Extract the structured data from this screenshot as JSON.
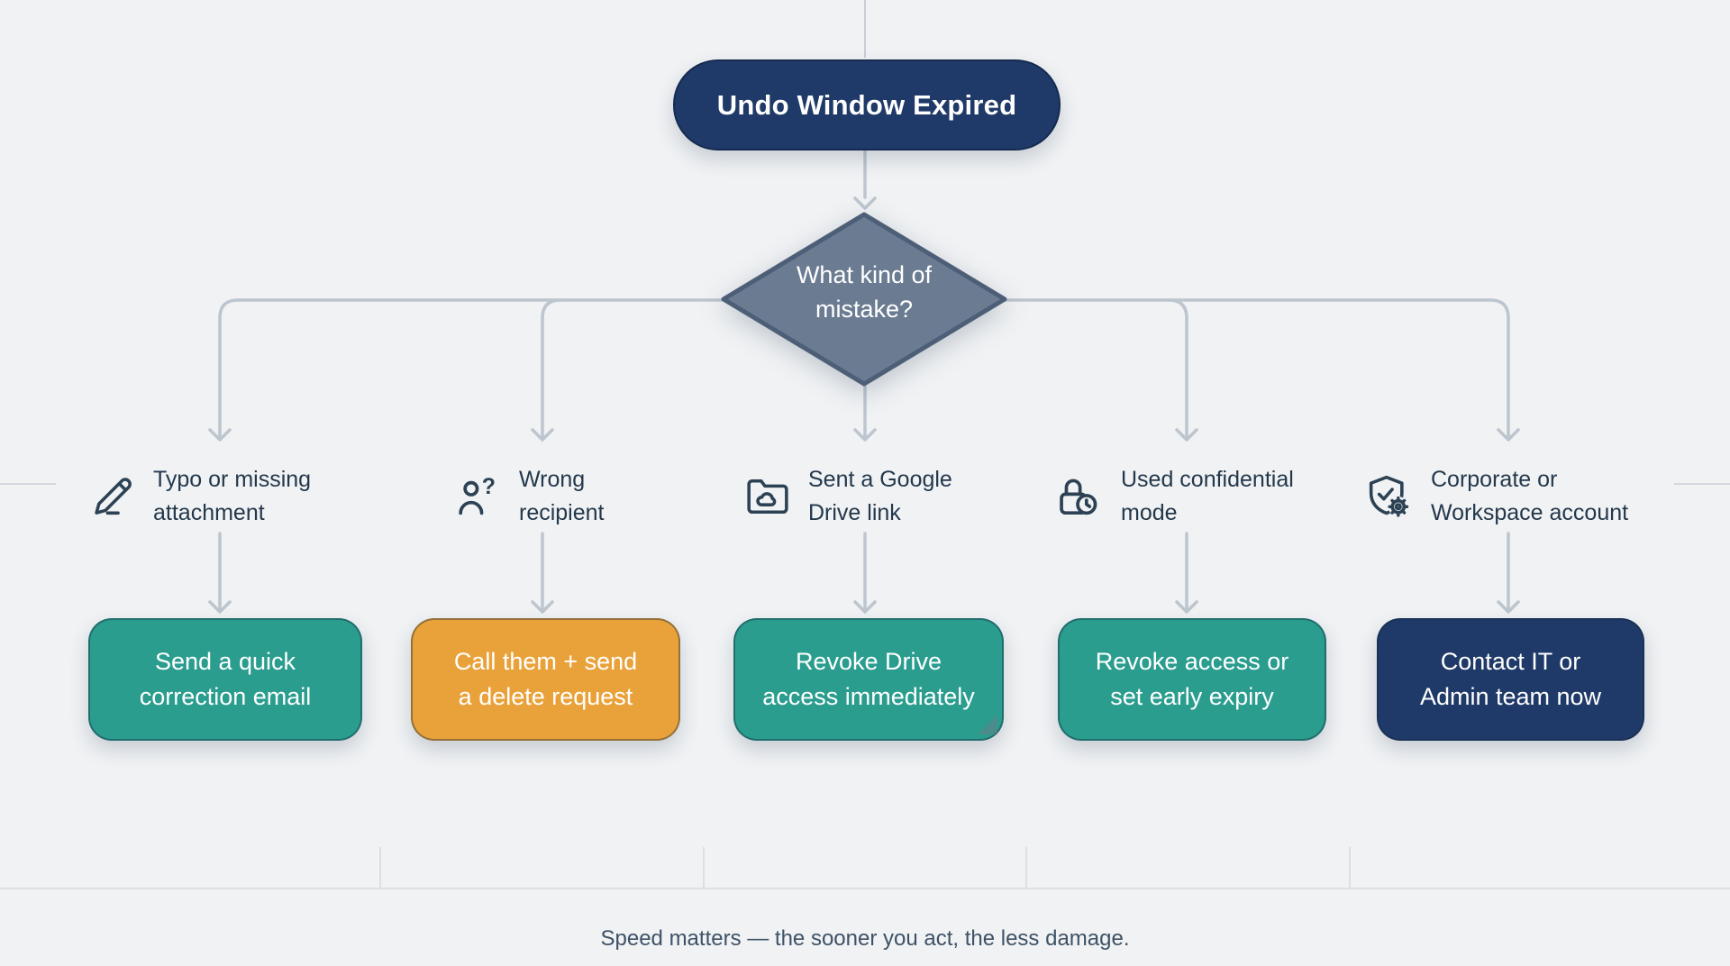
{
  "flowchart": {
    "start": {
      "label": "Undo Window Expired"
    },
    "decision": {
      "label": "What kind of\nmistake?"
    },
    "branches": [
      {
        "icon": "pencil-icon",
        "label": "Typo or missing\nattachment",
        "action": "Send a quick\ncorrection email",
        "action_color": "teal"
      },
      {
        "icon": "person-question-icon",
        "label": "Wrong\nrecipient",
        "action": "Call them + send\na delete request",
        "action_color": "orange"
      },
      {
        "icon": "folder-cloud-icon",
        "label": "Sent a Google\nDrive link",
        "action": "Revoke Drive\naccess immediately",
        "action_color": "teal"
      },
      {
        "icon": "lock-clock-icon",
        "label": "Used confidential\nmode",
        "action": "Revoke access or\nset early expiry",
        "action_color": "teal"
      },
      {
        "icon": "shield-gear-icon",
        "label": "Corporate or\nWorkspace account",
        "action": "Contact IT or\nAdmin team now",
        "action_color": "navy"
      }
    ],
    "footer": "Speed matters — the sooner you act, the less damage."
  },
  "colors": {
    "background": "#f0f2f4",
    "navy": "#1f3a68",
    "teal": "#2a9d8f",
    "orange": "#e9a23a",
    "slate": "#6b7c92",
    "slate_border": "#4d5f77",
    "connector": "#bdc5ce",
    "guide": "#cdd3da",
    "icon": "#2c4254",
    "label_text": "#24384b"
  }
}
